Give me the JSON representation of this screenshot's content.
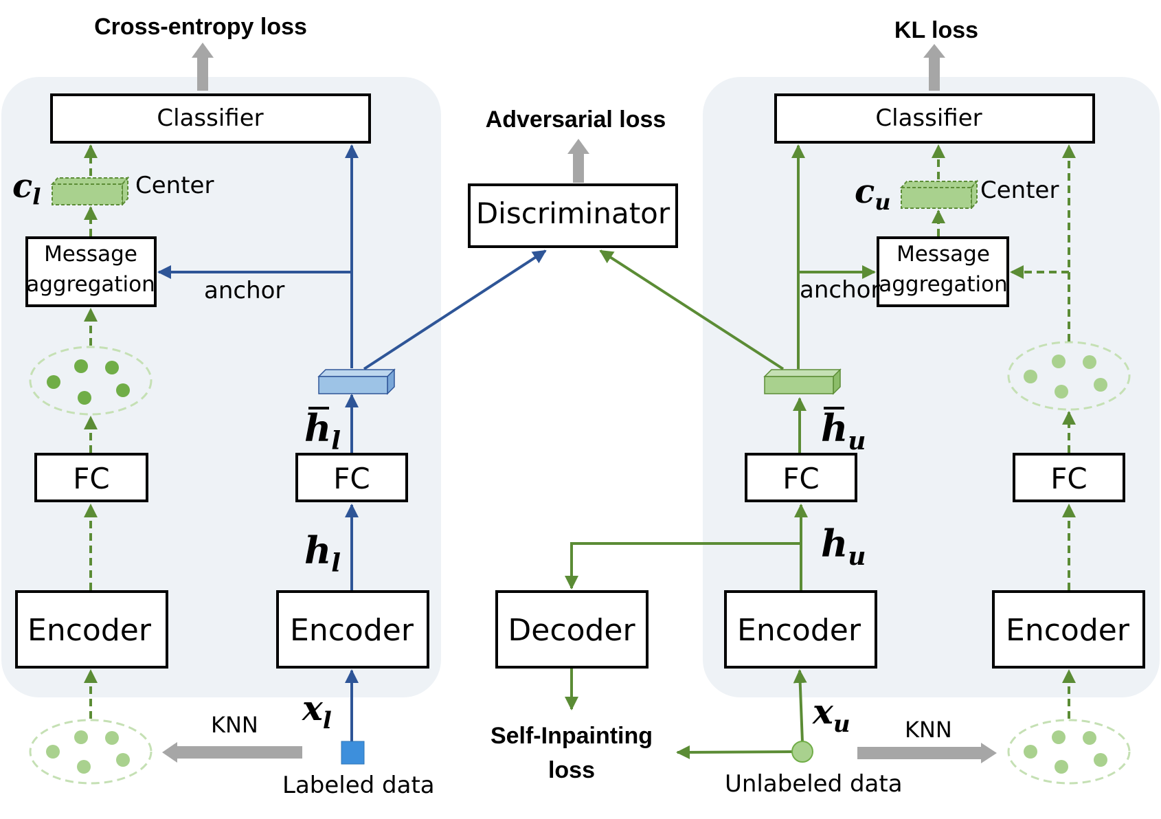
{
  "losses": {
    "cross_entropy": "Cross-entropy loss",
    "kl": "KL loss",
    "adversarial": "Adversarial loss",
    "self_inpainting_line1": "Self-Inpainting",
    "self_inpainting_line2": "loss"
  },
  "boxes": {
    "classifier": "Classifier",
    "discriminator": "Discriminator",
    "message_line1": "Message",
    "message_line2": "aggregation",
    "fc": "FC",
    "encoder": "Encoder",
    "decoder": "Decoder"
  },
  "labels": {
    "center": "Center",
    "anchor": "anchor",
    "knn": "KNN",
    "labeled_data": "Labeled data",
    "unlabeled_data": "Unlabeled data"
  },
  "math": {
    "c_l": {
      "base": "c",
      "sub": "l"
    },
    "c_u": {
      "base": "c",
      "sub": "u"
    },
    "h_l": {
      "base": "h",
      "sub": "l"
    },
    "h_u": {
      "base": "h",
      "sub": "u"
    },
    "hbar_l": {
      "base": "h",
      "sub": "l"
    },
    "hbar_u": {
      "base": "h",
      "sub": "u"
    },
    "x_l": {
      "base": "x",
      "sub": "l"
    },
    "x_u": {
      "base": "x",
      "sub": "u"
    }
  },
  "colors": {
    "labeled_path": "#2e5597",
    "unlabeled_path": "#5b8c35",
    "neighbor_dots": "#70ad47",
    "panel_bg": "#eef2f6",
    "loss_arrow": "#999999",
    "feature_blue": "#9dc3e6",
    "feature_green": "#a9d18e",
    "labeled_point": "#3d8fdc"
  }
}
